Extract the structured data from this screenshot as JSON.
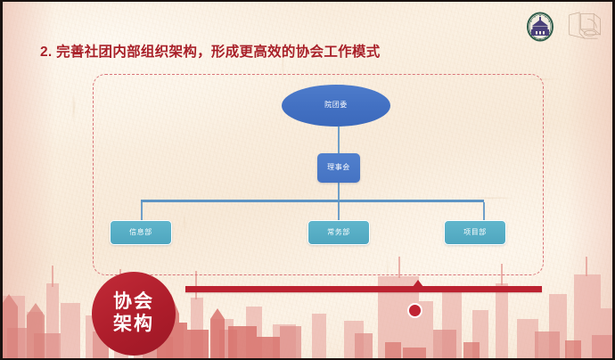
{
  "slide": {
    "title": "2. 完善社团内部组织架构，形成更高效的协会工作模式",
    "badge_line1": "协会",
    "badge_line2": "架构",
    "accent_red": "#b01e2d",
    "title_red": "#a81f27",
    "bar_red": "#bb2230",
    "paper_bg": "#f8ead9"
  },
  "logos": [
    {
      "name": "university-seal-logo",
      "ring_color": "#2f5c4a",
      "emblem_color": "#4a3f7a"
    },
    {
      "name": "association-cube-logo",
      "line_color": "#a98a72"
    }
  ],
  "org_chart": {
    "root": {
      "label": "院团委",
      "shape": "ellipse",
      "color": "#4472c4"
    },
    "board": {
      "label": "理事会",
      "shape": "rounded-rect",
      "color": "#4876c6"
    },
    "departments": [
      {
        "label": "信息部",
        "color": "#55adc5"
      },
      {
        "label": "常务部",
        "color": "#55adc5"
      },
      {
        "label": "项目部",
        "color": "#55adc5"
      }
    ],
    "connector_color": "#6f9fc9",
    "panel_border_color": "#d9757a",
    "panel_border_style": "dashed"
  },
  "decor": {
    "skyline_label": "city-skyline-silhouette",
    "bar_marker_label": "timeline-marker",
    "bar_dot_label": "timeline-dot"
  }
}
